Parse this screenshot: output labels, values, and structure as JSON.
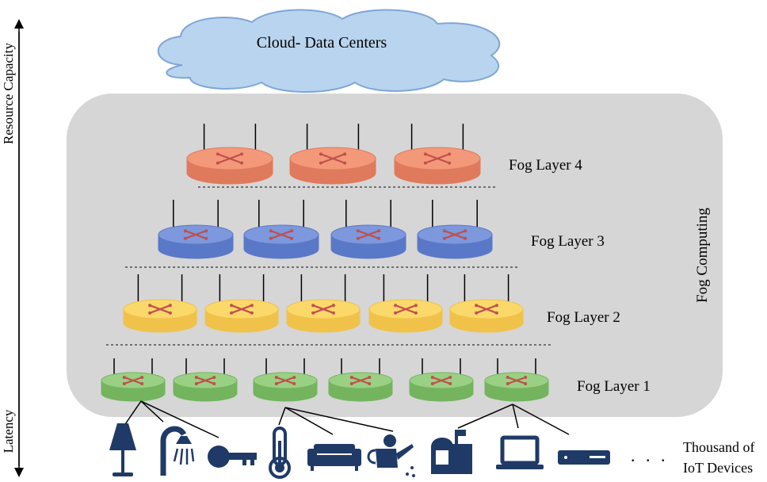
{
  "diagram": {
    "axis": {
      "top_label": "Resource Capacity",
      "bottom_label": "Latency"
    },
    "cloud": {
      "label": "Cloud- Data Centers",
      "fill": "#b9d4ee",
      "stroke": "#7fa6d6"
    },
    "fog": {
      "region_label": "Fog Computing",
      "region_fill": "#d6d6d6",
      "layers": [
        {
          "label": "Fog Layer 4",
          "router_count": 3,
          "color": "#f4987a",
          "dark": "#e07a5c"
        },
        {
          "label": "Fog Layer 3",
          "router_count": 4,
          "color": "#7d98dc",
          "dark": "#5a78c8"
        },
        {
          "label": "Fog Layer 2",
          "router_count": 5,
          "color": "#fbd86a",
          "dark": "#f1c24a"
        },
        {
          "label": "Fog Layer 1",
          "router_count": 6,
          "color": "#99d083",
          "dark": "#74b45f"
        }
      ]
    },
    "iot": {
      "label_line1": "Thousand of",
      "label_line2": "IoT Devices",
      "ellipsis": ". . .",
      "icon_color": "#1f3a66",
      "devices": [
        "lamp-icon",
        "shower-icon",
        "key-icon",
        "thermometer-icon",
        "sofa-icon",
        "watering-can-icon",
        "mailbox-icon",
        "laptop-icon",
        "router-box-icon"
      ]
    }
  }
}
